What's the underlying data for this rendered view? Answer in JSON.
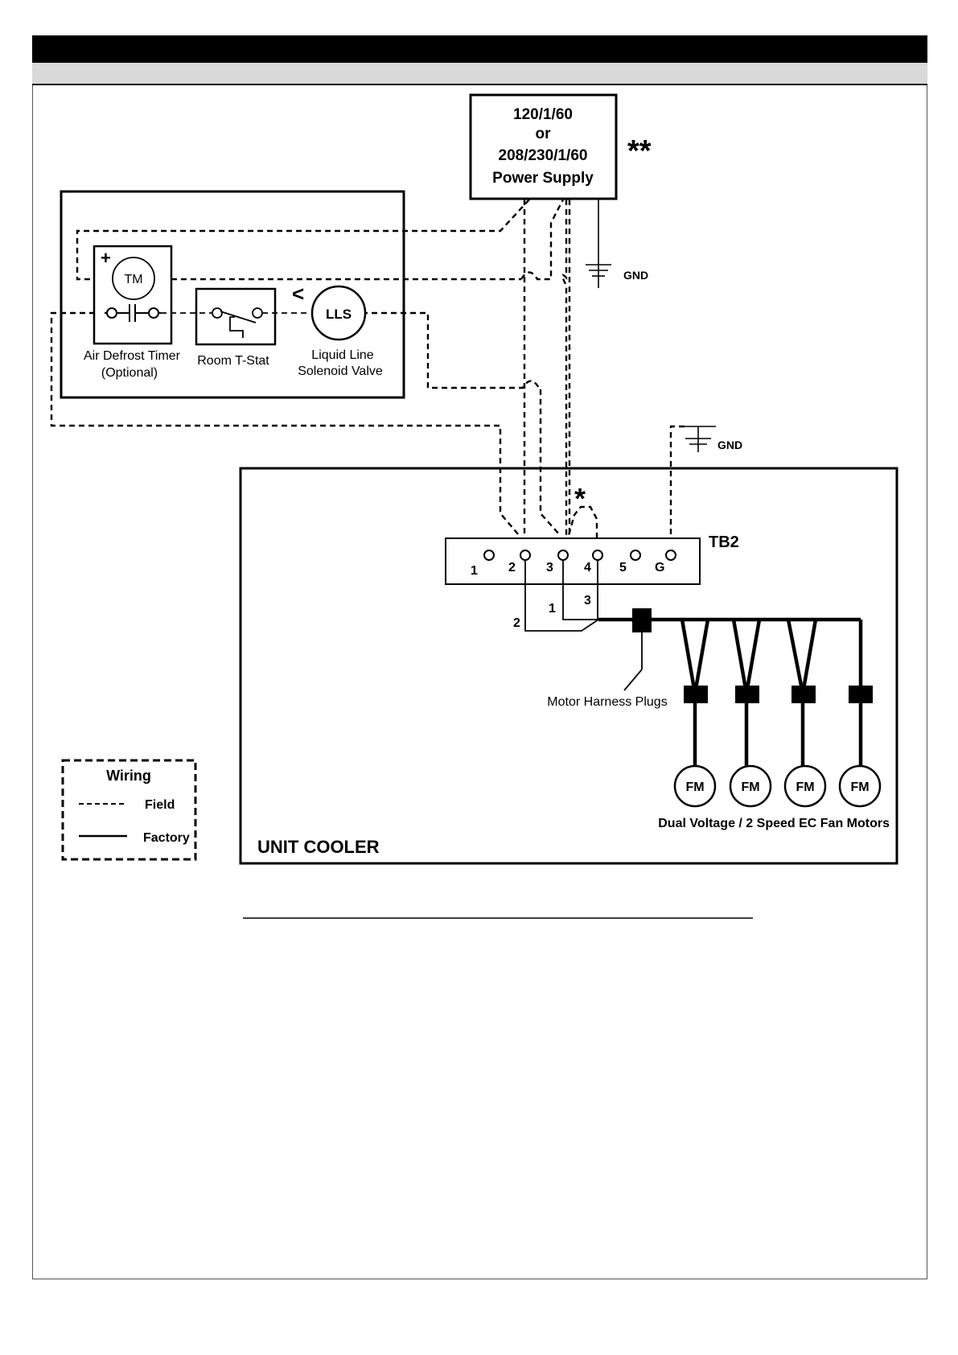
{
  "power_supply": {
    "line1": "120/1/60",
    "line2": "or",
    "line3": "208/230/1/60",
    "line4": "Power Supply",
    "note_marker": "**"
  },
  "control_panel": {
    "timer_motor_label": "TM",
    "plus_sign": "+",
    "solenoid_label": "LLS",
    "arrow_symbol": "<",
    "timer_caption_1": "Air Defrost Timer",
    "timer_caption_2": "(Optional)",
    "tstat_caption": "Room T-Stat",
    "solenoid_caption_1": "Liquid Line",
    "solenoid_caption_2": "Solenoid Valve"
  },
  "ground_labels": {
    "supply_gnd": "GND",
    "unit_gnd": "GND"
  },
  "unit_cooler": {
    "title": "UNIT COOLER",
    "jumper_marker": "*",
    "terminal_block_label": "TB2",
    "terminals": [
      "1",
      "2",
      "3",
      "4",
      "5",
      "G"
    ],
    "harness_wire_labels": [
      "2",
      "1",
      "3"
    ],
    "harness_caption": "Motor Harness Plugs",
    "fan_motor_label": "FM",
    "fan_motor_count": 4,
    "fan_caption": "Dual Voltage / 2  Speed EC Fan Motors"
  },
  "legend": {
    "title": "Wiring",
    "field_label": "Field",
    "factory_label": "Factory"
  }
}
